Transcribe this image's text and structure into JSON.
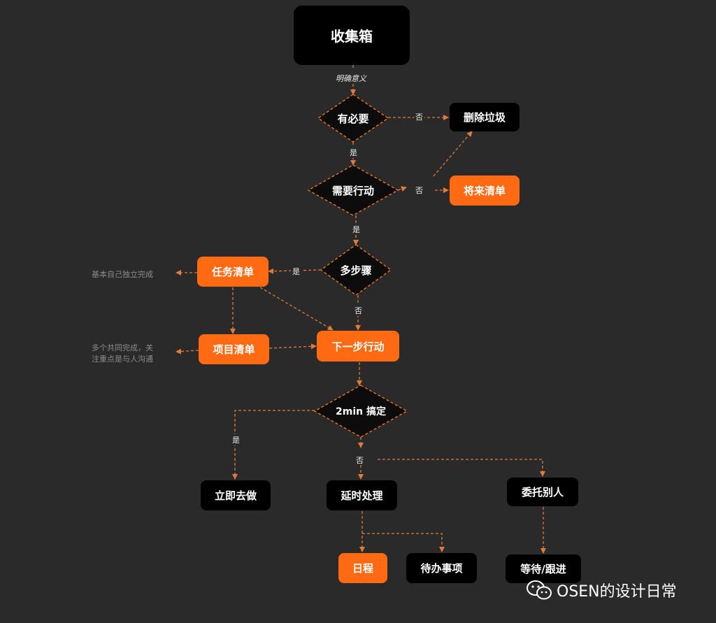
{
  "colors": {
    "background": "#2a2a2a",
    "accent": "#ff6a13",
    "connector": "#e07b3a",
    "box_dark": "#000000",
    "diamond_fill": "#0c0c0c"
  },
  "nodes": {
    "inbox": "收集箱",
    "necessary": "有必要",
    "delete": "删除垃圾",
    "need_action": "需要行动",
    "future_list": "将来清单",
    "multi_step": "多步骤",
    "task_list": "任务清单",
    "project_list": "项目清单",
    "next_action": "下一步行动",
    "two_min": "2min 搞定",
    "do_now": "立即去做",
    "defer": "延时处理",
    "delegate": "委托别人",
    "schedule": "日程",
    "todo": "待办事项",
    "wait_follow": "等待/跟进"
  },
  "edge_labels": {
    "clarify": "明确意义",
    "no_1": "否",
    "yes_1": "是",
    "no_2": "否",
    "yes_2": "是",
    "yes_3": "是",
    "no_3": "否",
    "yes_4": "是",
    "no_4": "否"
  },
  "notes": {
    "task_note": "基本自己独立完成",
    "project_note_line1": "多个共同完成，关",
    "project_note_line2": "注重点是与人沟通"
  },
  "watermark": {
    "icon": "wechat-icon",
    "text": "OSEN的设计日常"
  }
}
